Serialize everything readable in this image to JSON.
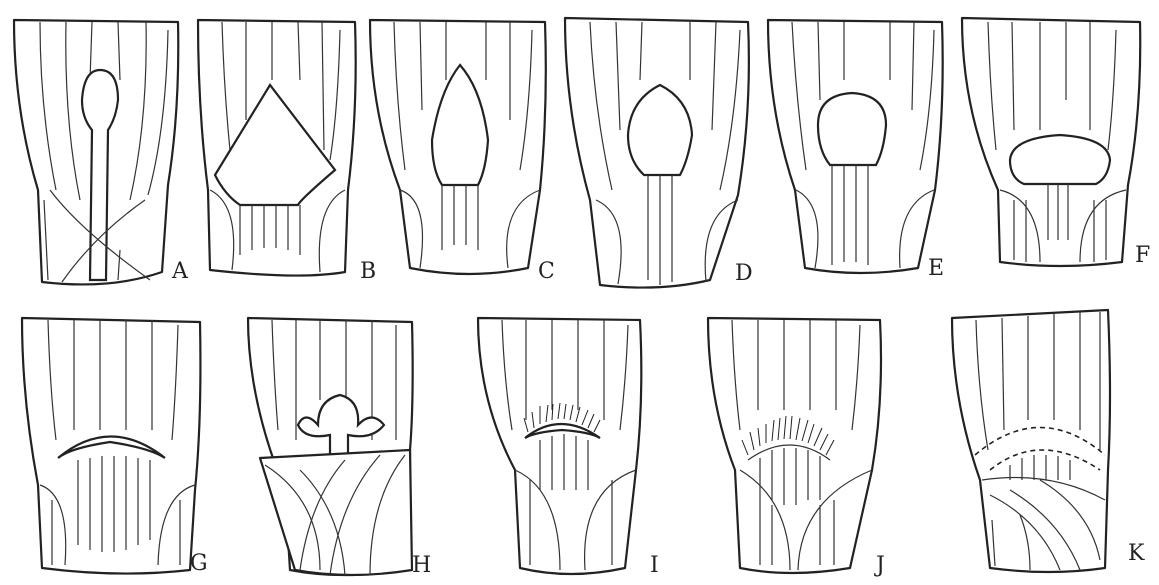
{
  "figure": {
    "panels": [
      {
        "id": "A",
        "label": "A",
        "ligule": "lanceolate-tall"
      },
      {
        "id": "B",
        "label": "B",
        "ligule": "triangular-wide"
      },
      {
        "id": "C",
        "label": "C",
        "ligule": "acute"
      },
      {
        "id": "D",
        "label": "D",
        "ligule": "ovate"
      },
      {
        "id": "E",
        "label": "E",
        "ligule": "truncate-round"
      },
      {
        "id": "F",
        "label": "F",
        "ligule": "short-round"
      },
      {
        "id": "G",
        "label": "G",
        "ligule": "band-arc"
      },
      {
        "id": "H",
        "label": "H",
        "ligule": "lobed"
      },
      {
        "id": "I",
        "label": "I",
        "ligule": "ciliate-short"
      },
      {
        "id": "J",
        "label": "J",
        "ligule": "ciliate-hairs"
      },
      {
        "id": "K",
        "label": "K",
        "ligule": "dotted-arc"
      }
    ]
  }
}
